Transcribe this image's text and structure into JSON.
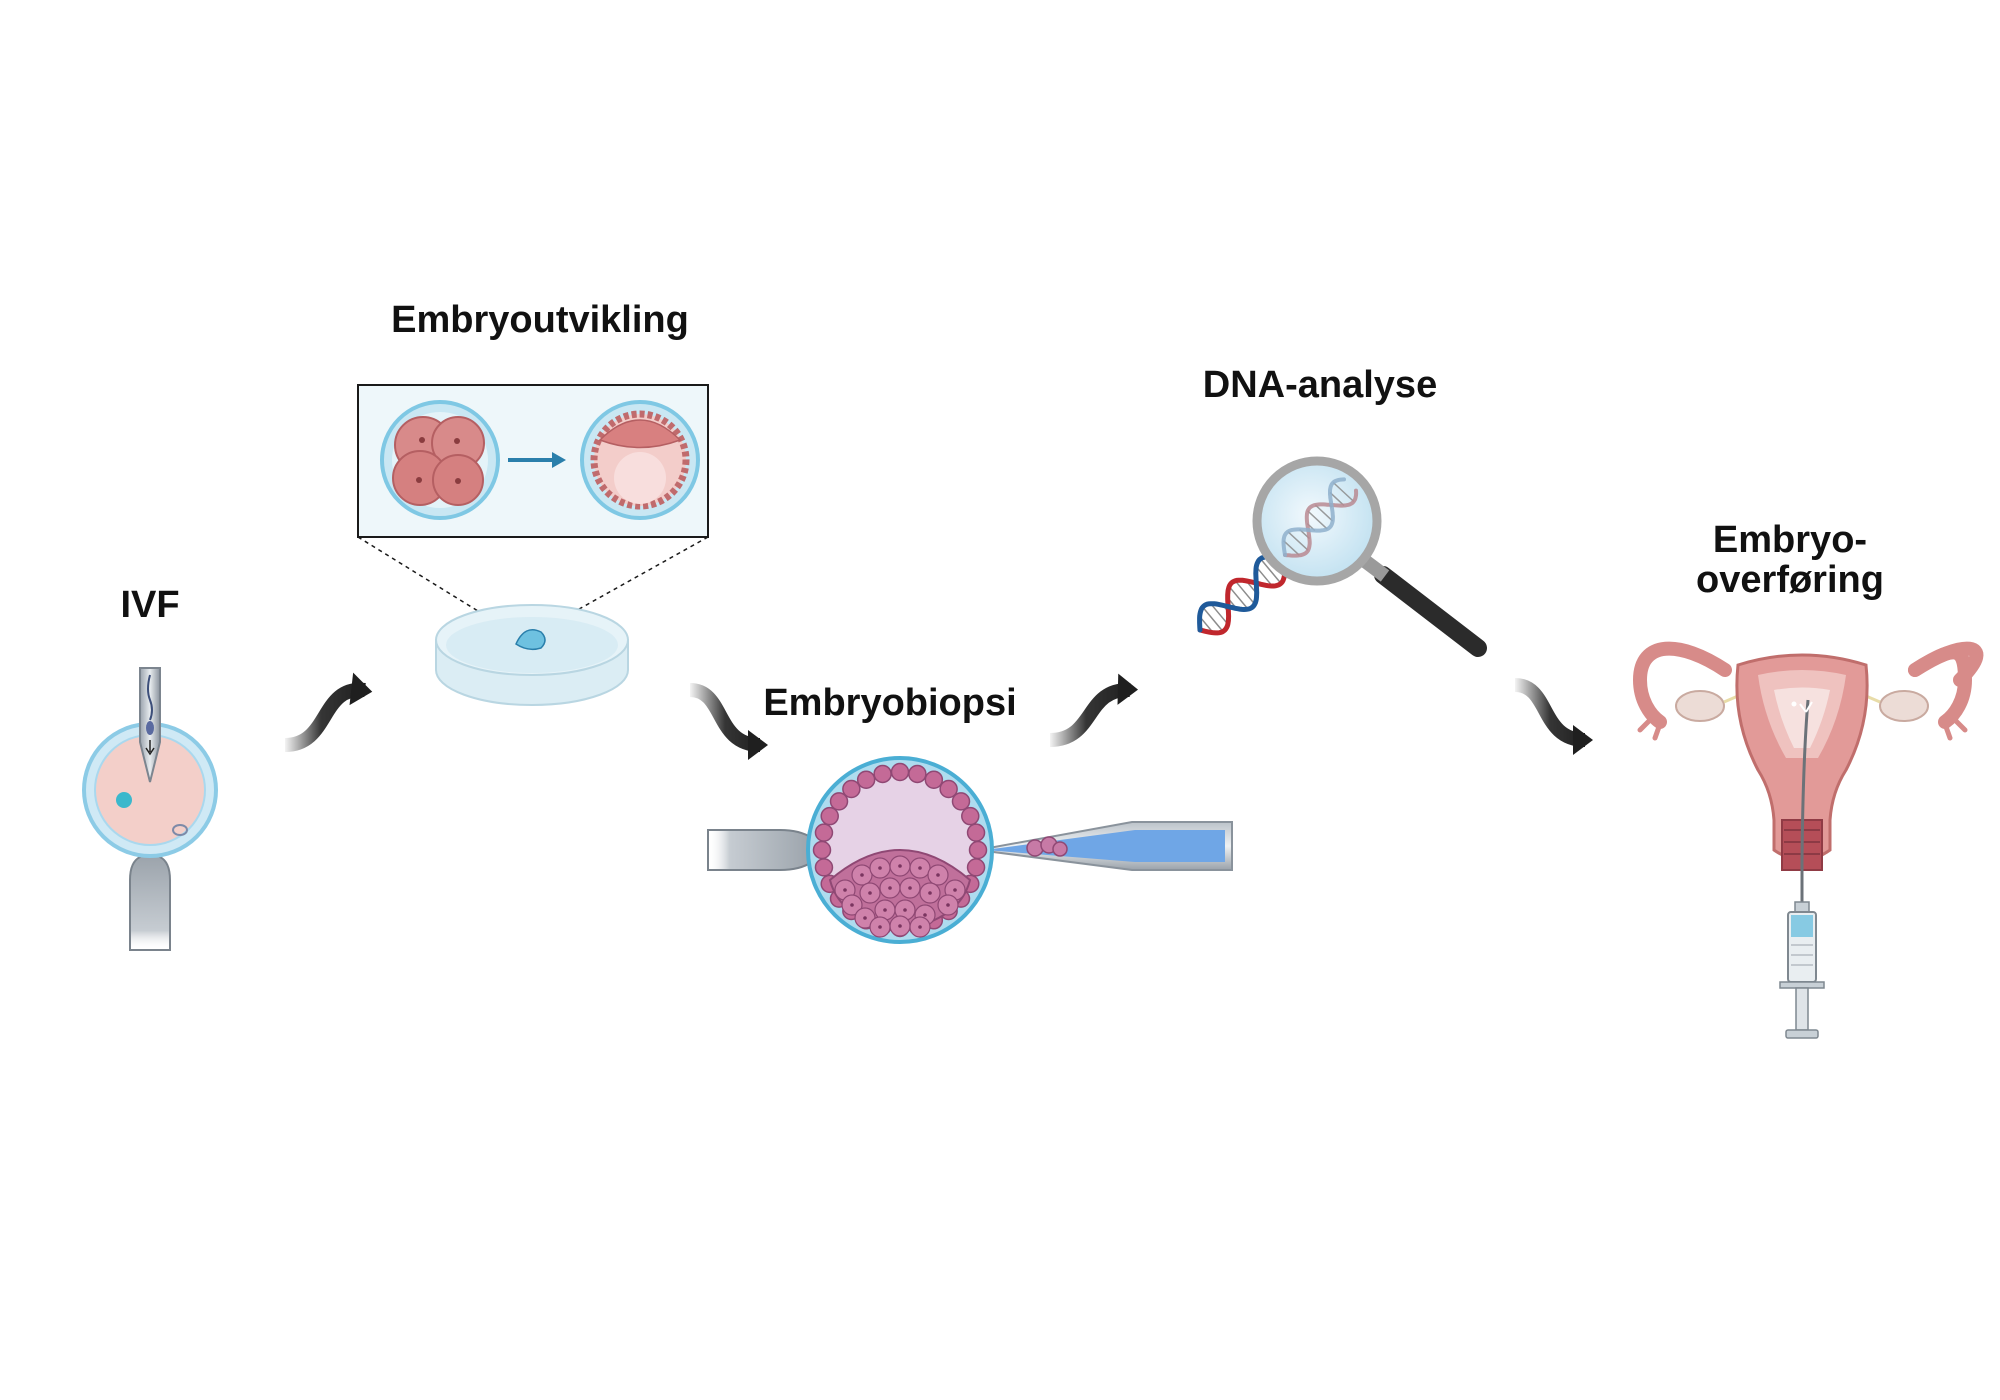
{
  "steps": {
    "ivf": "IVF",
    "development": "Embryoutvikling",
    "biopsy": "Embryobiopsi",
    "dna": "DNA-analyse",
    "transfer_line1": "Embryo-",
    "transfer_line2": "overføring"
  },
  "colors": {
    "arrow": "#1f1f1f",
    "embryo_shell": "#7fc8e4",
    "cell": "#d46b6b",
    "blastocyst_cell": "#b85a86",
    "dna_red": "#c0272d",
    "dna_blue": "#1f5a9a",
    "uterus": "#e29a98"
  },
  "icons": {
    "curved_arrow": "curved-arrow-icon"
  }
}
